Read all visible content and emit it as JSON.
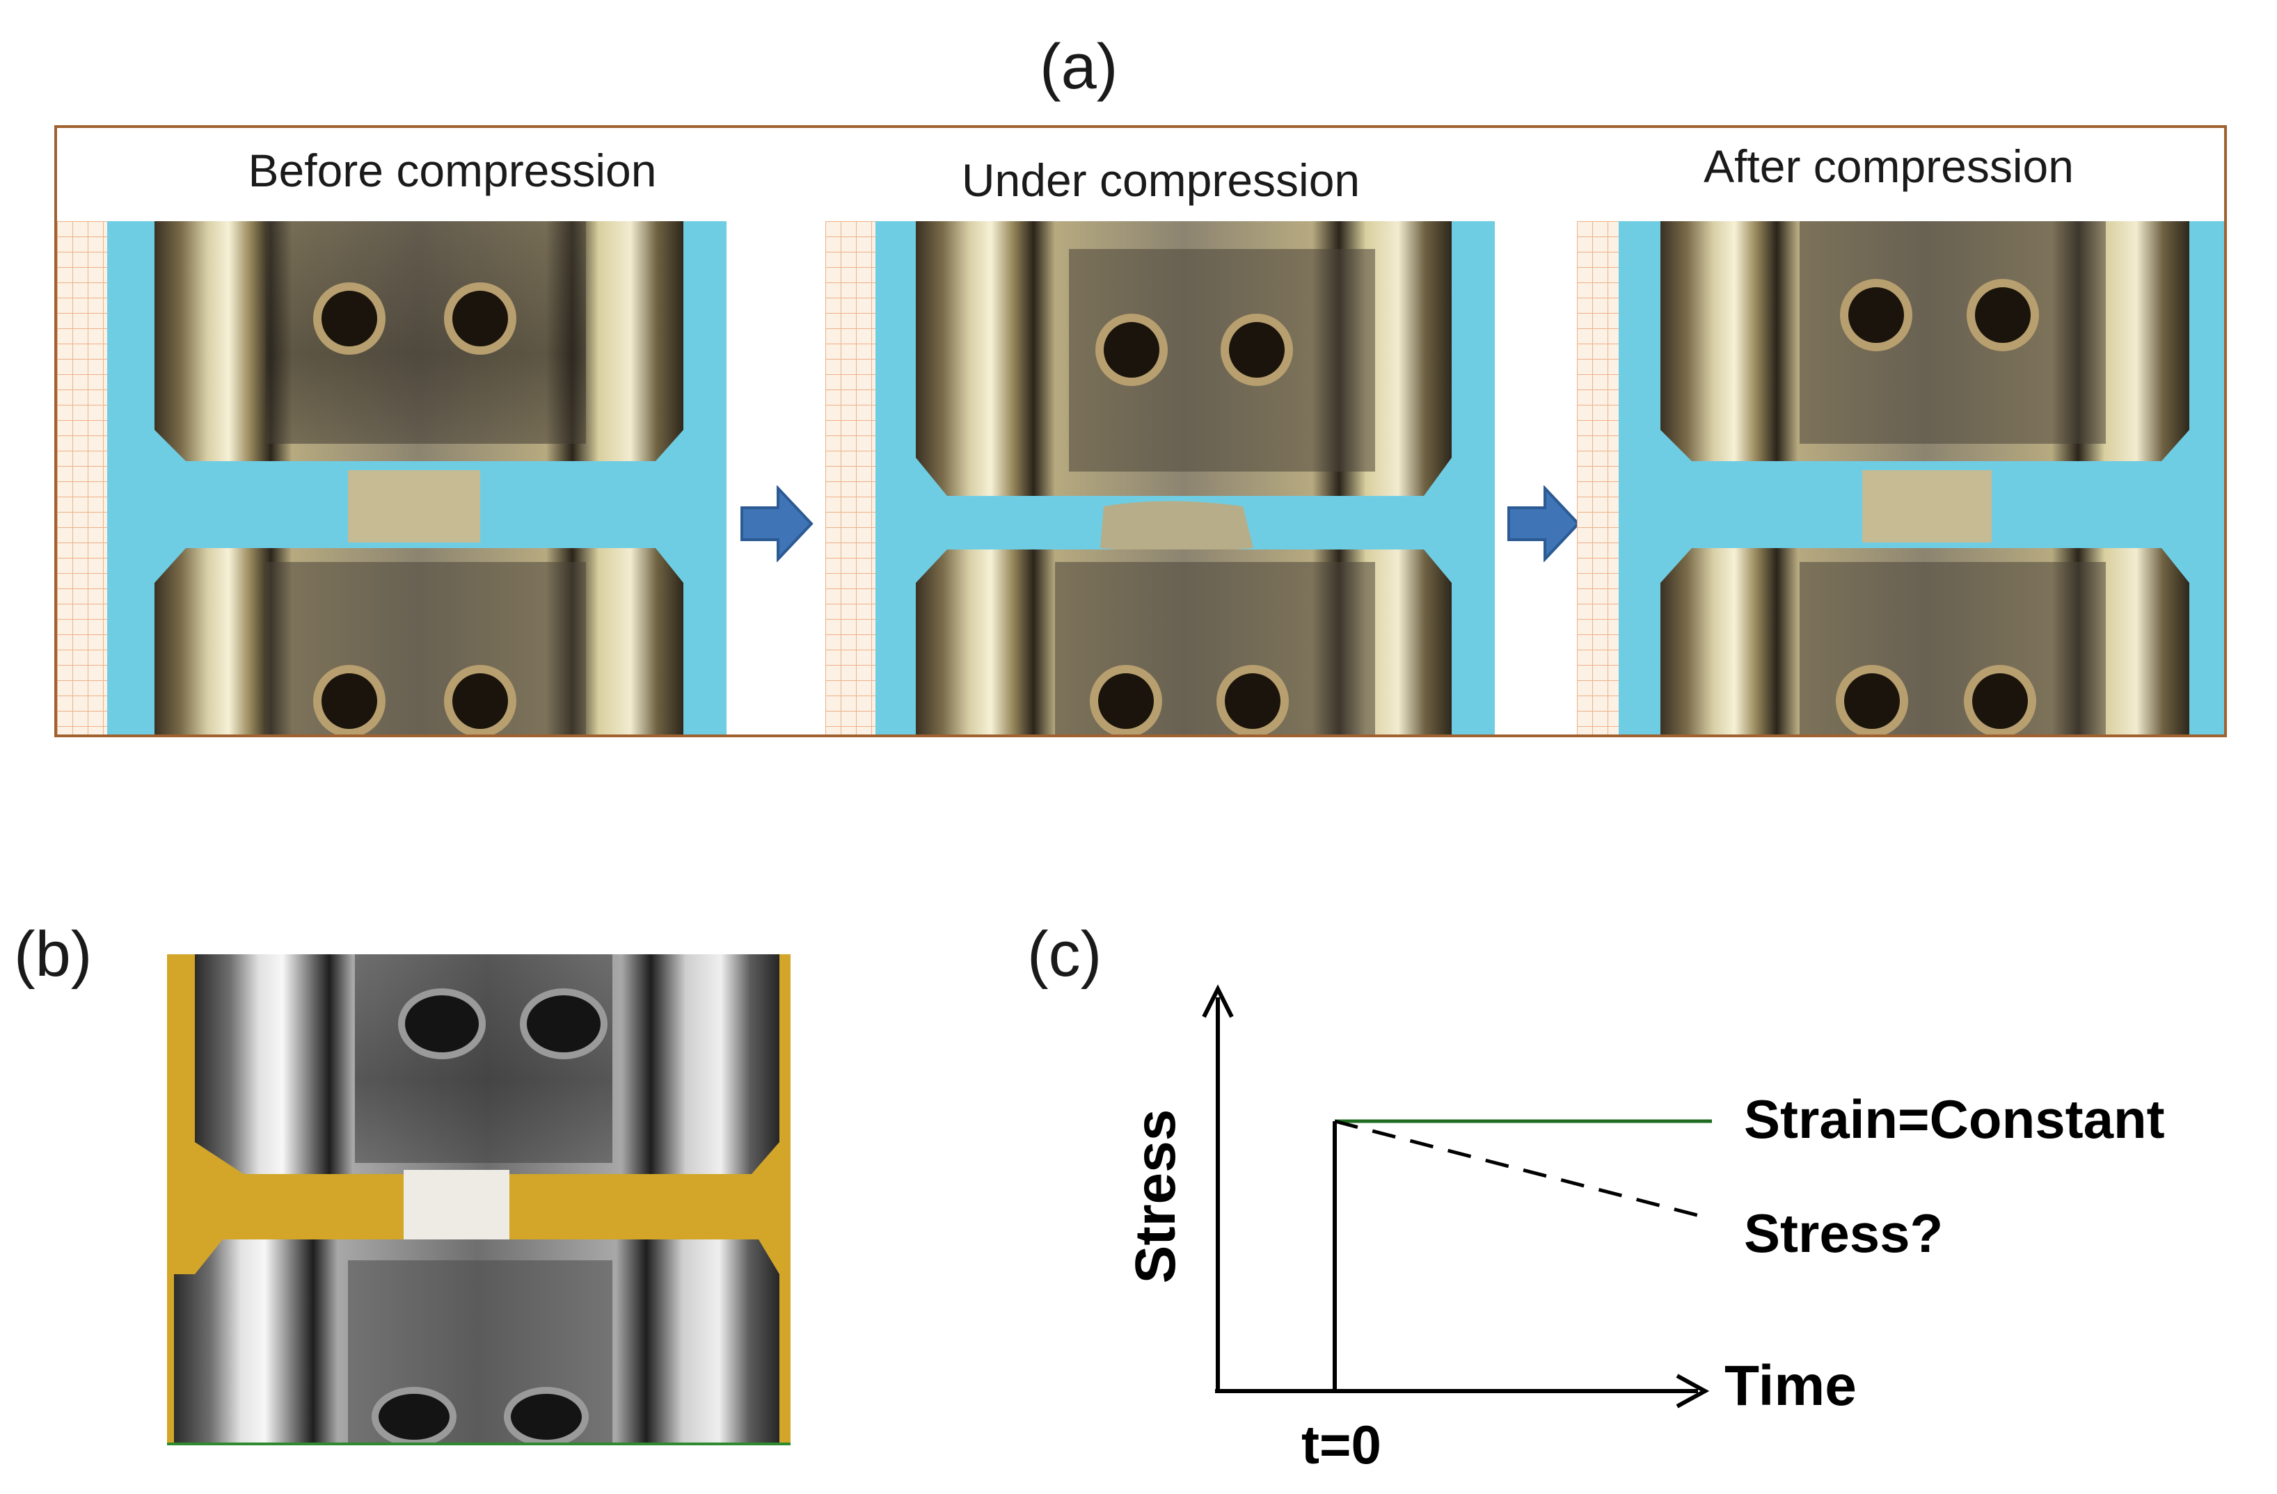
{
  "panel_a": {
    "label": "(a)",
    "steps": [
      {
        "caption": "Before compression"
      },
      {
        "caption": "Under compression"
      },
      {
        "caption": "After compression"
      }
    ]
  },
  "panel_b": {
    "label": "(b)"
  },
  "panel_c": {
    "label": "(c)",
    "y_axis_label": "Stress",
    "x_axis_label": "Time",
    "x_tick": "t=0",
    "annotations": [
      "Strain=Constant",
      "Stress?"
    ]
  },
  "colors": {
    "frame_border": "#a0612f",
    "backdrop_a": "#6fcde3",
    "backdrop_b": "#d3a62a",
    "arrow": "#3f74b6",
    "strain_line": "#1f6b1f",
    "sample_a": "#c6bb93",
    "sample_b": "#eeeae4"
  }
}
